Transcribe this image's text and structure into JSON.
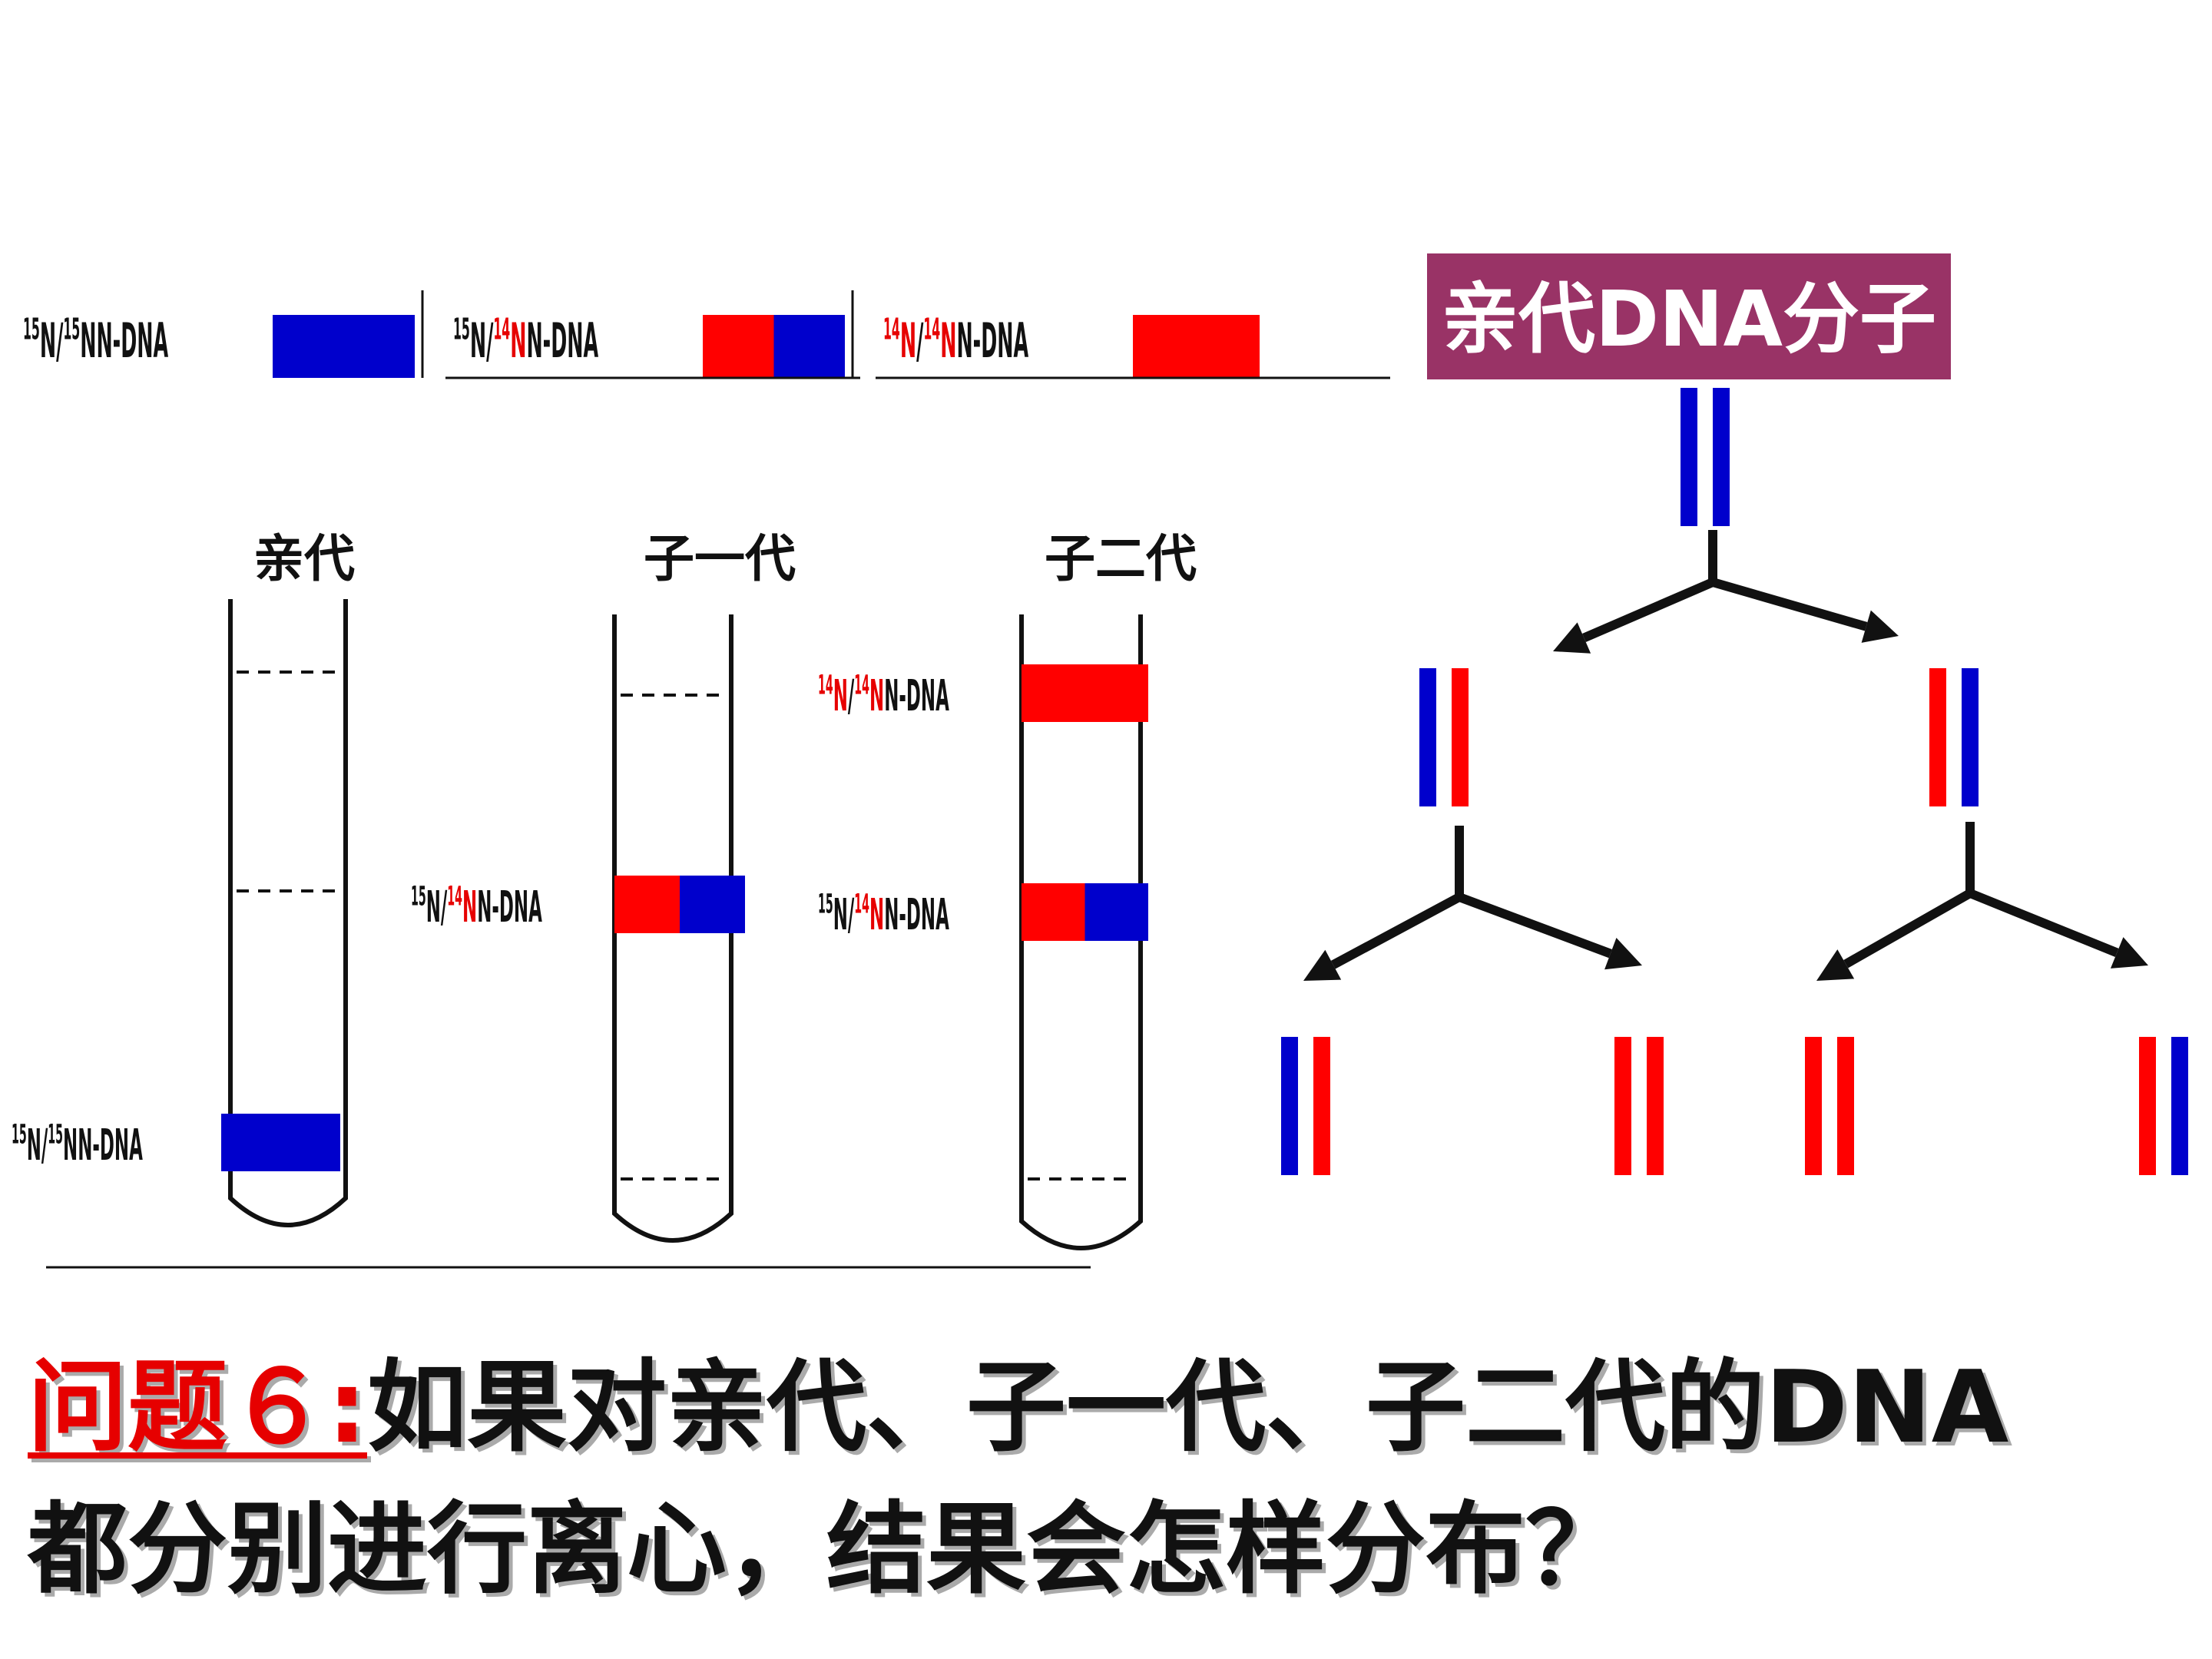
{
  "colors": {
    "n15_strand": "#0000cc",
    "n14_strand": "#ff0000",
    "title_box": "#993366",
    "label_red": "#e60000",
    "ink": "#111111"
  },
  "legend": [
    {
      "a": "15",
      "b": "15",
      "a_red": false,
      "b_red": false,
      "suffix": "N-DNA",
      "strands": [
        "n15",
        "n15"
      ]
    },
    {
      "a": "15",
      "b": "14",
      "a_red": false,
      "b_red": true,
      "suffix": "N-DNA",
      "strands": [
        "n14",
        "n15"
      ]
    },
    {
      "a": "14",
      "b": "14",
      "a_red": true,
      "b_red": true,
      "suffix": "N-DNA",
      "strands": [
        "n14",
        "n14"
      ]
    }
  ],
  "tubes": [
    {
      "label": "亲代",
      "bands": [
        {
          "a": "15",
          "b": "15",
          "a_red": false,
          "b_red": false,
          "suffix": "N-DNA",
          "strands": [
            "n15",
            "n15"
          ],
          "position": "bottom"
        }
      ]
    },
    {
      "label": "子一代",
      "bands": [
        {
          "a": "15",
          "b": "14",
          "a_red": false,
          "b_red": true,
          "suffix": "N-DNA",
          "strands": [
            "n14",
            "n15"
          ],
          "position": "middle"
        }
      ]
    },
    {
      "label": "子二代",
      "bands": [
        {
          "a": "14",
          "b": "14",
          "a_red": true,
          "b_red": true,
          "suffix": "N-DNA",
          "strands": [
            "n14",
            "n14"
          ],
          "position": "top"
        },
        {
          "a": "15",
          "b": "14",
          "a_red": false,
          "b_red": true,
          "suffix": "N-DNA",
          "strands": [
            "n14",
            "n15"
          ],
          "position": "middle"
        }
      ]
    }
  ],
  "tree": {
    "title": "亲代DNA分子",
    "parent": [
      "n15",
      "n15"
    ],
    "generation1": [
      [
        "n15",
        "n14"
      ],
      [
        "n14",
        "n15"
      ]
    ],
    "generation2": [
      [
        "n15",
        "n14"
      ],
      [
        "n14",
        "n14"
      ],
      [
        "n14",
        "n14"
      ],
      [
        "n14",
        "n15"
      ]
    ]
  },
  "question": {
    "label": "问题６:",
    "line1": "如果对亲代、子一代、子二代的DNA",
    "line2": "都分别进行离心，结果会怎样分布？"
  }
}
